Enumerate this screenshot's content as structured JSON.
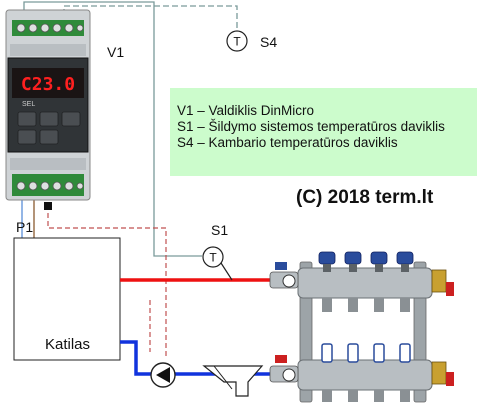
{
  "diagram": {
    "controller_label": "V1",
    "room_sensor_label": "S4",
    "supply_sensor_label": "S1",
    "sensor_symbol": "T",
    "output_label": "P1",
    "boiler_label": "Katilas",
    "display": {
      "reading": "C23.0",
      "sel_label": "SEL"
    },
    "legend": [
      "V1 – Valdiklis DinMicro",
      "S1 – Šildymo sistemos temperatūros daviklis",
      "S4 – Kambario temperatūros daviklis"
    ],
    "copyright": "(C) 2018 term.lt",
    "colors": {
      "legend_bg": "#ccfccc",
      "supply_pipe": "#ee1111",
      "return_pipe": "#1133dd",
      "sensor_wire": "#7a9a9a",
      "signal_wire": "#c05050",
      "display_digits": "#ff2020"
    },
    "icons": [
      "controller-din-rail",
      "temperature-sensor-icon",
      "pump-icon",
      "filter-icon",
      "manifold-icon",
      "valve-icon"
    ]
  }
}
